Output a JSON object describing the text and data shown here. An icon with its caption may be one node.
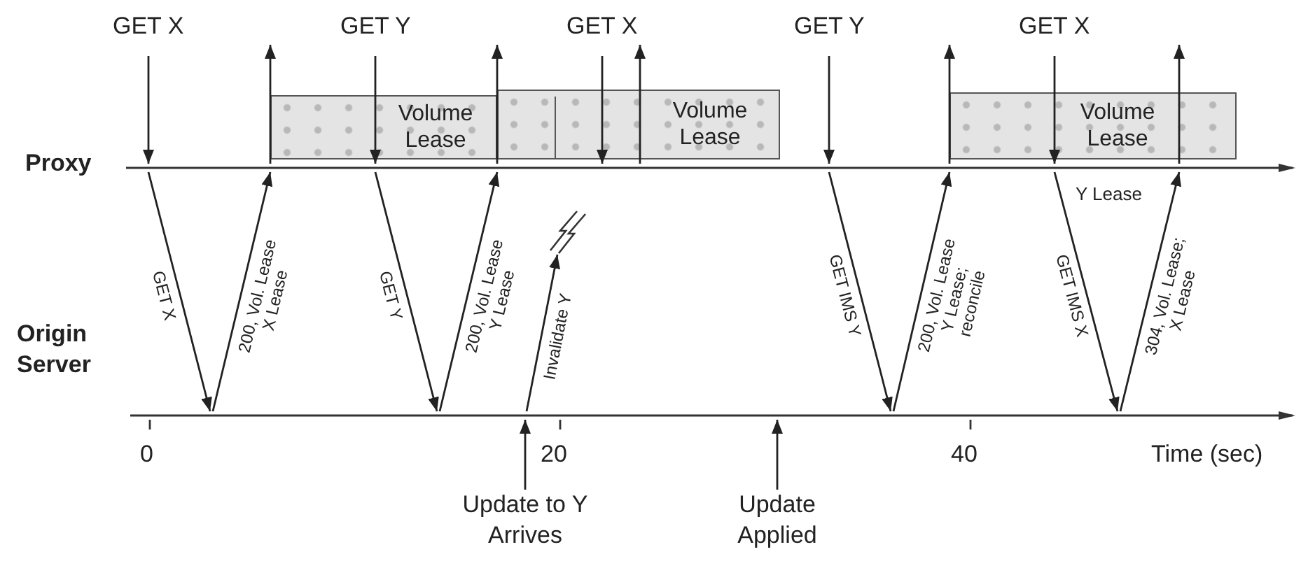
{
  "diagram": {
    "nodes": [
      {
        "text": [],
        "shape": "bar",
        "beside": [
          "Proxy"
        ]
      },
      {
        "text": [],
        "shape": "bar",
        "beside": [
          "Origin Server"
        ]
      },
      {
        "text": [
          "Volume Lease"
        ]
      },
      {
        "text": [
          "Volume Lease"
        ]
      },
      {
        "text": [
          "Volume Lease"
        ]
      },
      {
        "text": [
          "Update to Y Arrives"
        ]
      },
      {
        "text": [
          "Update Applied"
        ]
      },
      {
        "text": [],
        "shape": "picture"
      }
    ],
    "edges": [
      {
        "from": null,
        "to": 0,
        "arrow": "to",
        "label": "GET X"
      },
      {
        "from": 0,
        "to": 1,
        "arrow": "to",
        "label": "GET X"
      },
      {
        "from": 1,
        "to": 0,
        "arrow": "to",
        "label": "200, Vol. Lease X Lease"
      },
      {
        "from": 0,
        "to": null,
        "arrow": "to"
      },
      {
        "from": null,
        "to": 0,
        "arrow": "to",
        "label": "GET Y"
      },
      {
        "from": 0,
        "to": 1,
        "arrow": "to",
        "label": "GET Y"
      },
      {
        "from": 1,
        "to": 0,
        "arrow": "to",
        "label": "200, Vol. Lease Y Lease"
      },
      {
        "from": 0,
        "to": null,
        "arrow": "to"
      },
      {
        "from": 5,
        "to": 1,
        "arrow": "to"
      },
      {
        "from": 1,
        "to": 7,
        "arrow": "to",
        "label": "Invalidate Y"
      },
      {
        "from": null,
        "to": 0,
        "arrow": "to",
        "label": "GET X"
      },
      {
        "from": 0,
        "to": null,
        "arrow": "to"
      },
      {
        "from": 6,
        "to": 1,
        "arrow": "to"
      },
      {
        "from": null,
        "to": 0,
        "arrow": "to",
        "label": "GET Y"
      },
      {
        "from": 0,
        "to": 1,
        "arrow": "to",
        "label": "GET IMS Y"
      },
      {
        "from": 1,
        "to": 0,
        "arrow": "to",
        "label": "200, Vol. Lease Y Lease; reconcile"
      },
      {
        "from": 0,
        "to": null,
        "arrow": "to"
      },
      {
        "from": null,
        "to": 0,
        "arrow": "to",
        "label": "GET X"
      },
      {
        "from": 0,
        "to": 1,
        "arrow": "to",
        "label": "GET IMS X"
      },
      {
        "from": 1,
        "to": 0,
        "arrow": "to",
        "label": "304, Vol. Lease; X Lease"
      },
      {
        "from": 0,
        "to": null,
        "arrow": "to"
      }
    ],
    "labels": [
      "Y Lease",
      "0",
      "20",
      "40",
      "Time (sec)"
    ]
  }
}
